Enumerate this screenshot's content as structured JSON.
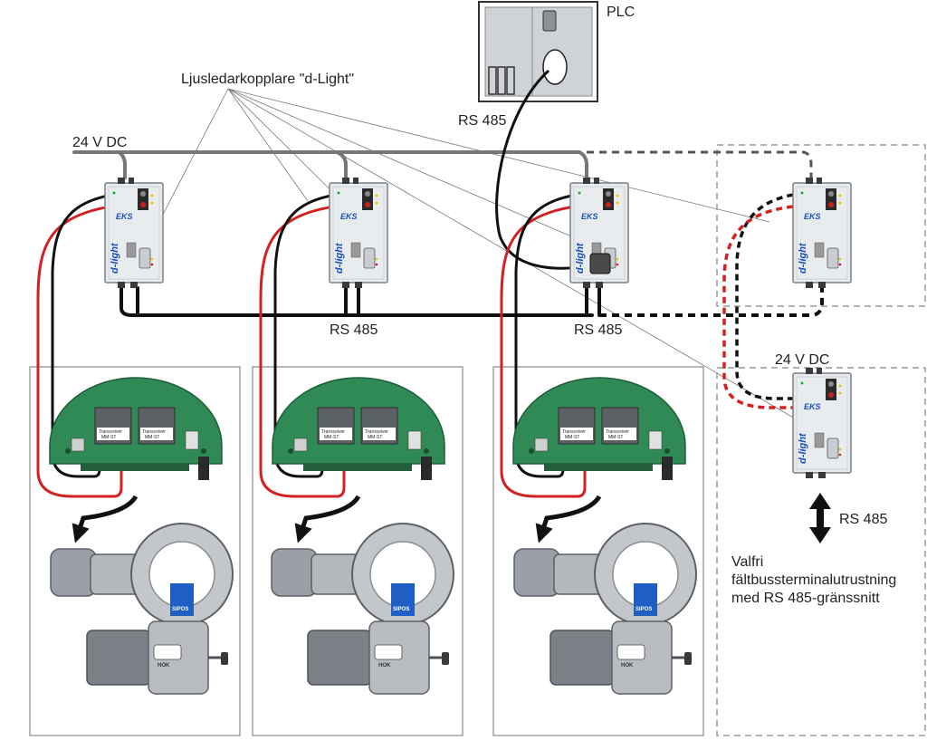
{
  "labels": {
    "plc": "PLC",
    "coupler_callout": "Ljusledarkopplare \"d-Light\"",
    "supply_top": "24 V DC",
    "supply_right": "24 V DC",
    "rs485_plc": "RS 485",
    "rs485_bus_1": "RS 485",
    "rs485_bus_2": "RS 485",
    "rs485_terminal": "RS 485",
    "terminal_line1": "Valfri",
    "terminal_line2": "fältbussterminalutrustning",
    "terminal_line3": "med RS 485-gränssnitt"
  },
  "device": {
    "brand": "EKS",
    "model": "d-light",
    "board_chip": "Transceiver",
    "board_chip_sub": "MM-ST",
    "actuator_brand": "SIPOS",
    "actuator_badge": "HOK"
  },
  "colors": {
    "fiber_red": "#d42020",
    "fiber_black": "#111111",
    "bus": "#111111",
    "supply": "#777777",
    "board_green": "#2f8a56",
    "device_blue": "#1a4fbf"
  }
}
